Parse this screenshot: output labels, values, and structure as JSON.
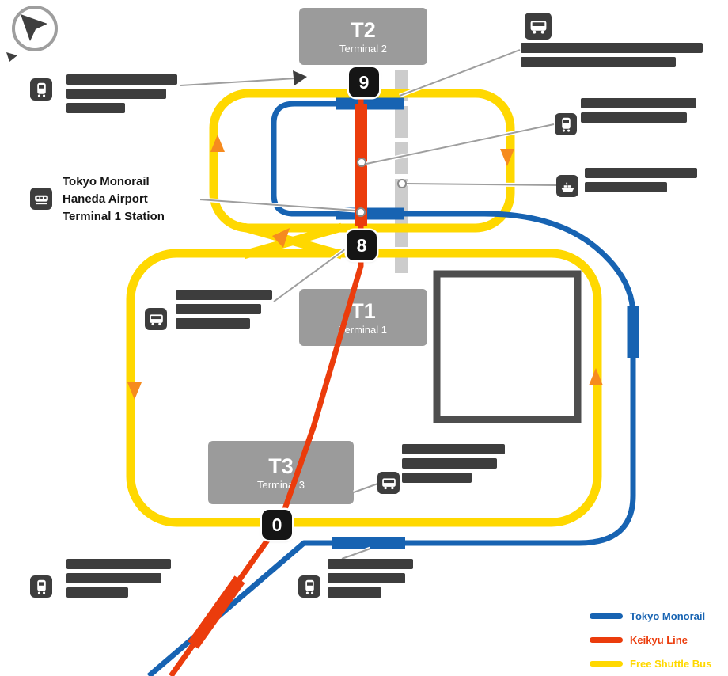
{
  "terminals": {
    "t2": {
      "code": "T2",
      "name": "Terminal 2",
      "marker": "9"
    },
    "t1": {
      "code": "T1",
      "name": "Terminal 1",
      "marker": "8"
    },
    "t3": {
      "code": "T3",
      "name": "Terminal 3",
      "marker": "0"
    }
  },
  "monorail_station_label": {
    "line1": "Tokyo Monorail",
    "line2": "Haneda Airport",
    "line3": "Terminal 1 Station"
  },
  "legend": {
    "items": [
      {
        "id": "monorail",
        "label": "Tokyo Monorail",
        "color": "#1763B2"
      },
      {
        "id": "keikyu",
        "label": "Keikyu Line",
        "color": "#EB3C0C"
      },
      {
        "id": "shuttle",
        "label": "Free Shuttle Bus",
        "color": "#FFD800"
      }
    ]
  },
  "icons": [
    "compass-icon",
    "train-icon",
    "monorail-icon",
    "bus-icon",
    "ship-icon"
  ],
  "colors": {
    "blue": "#1763B2",
    "red": "#EB3C0C",
    "yellow": "#FFD800",
    "arrow": "#F68B1E",
    "terminal_gray": "#9B9B9B",
    "marker_black": "#151515",
    "road_gray": "#CCCCCC",
    "structure_gray": "#4E4E4E",
    "label_dark": "#3D3D3D"
  }
}
